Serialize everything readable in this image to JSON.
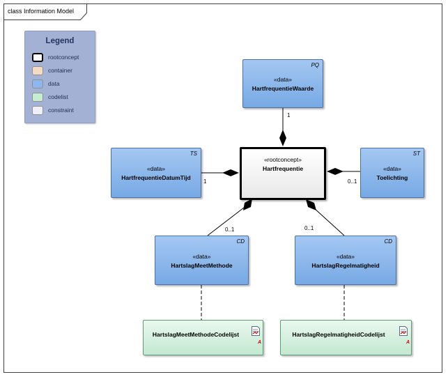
{
  "frame": {
    "title": "class Information Model"
  },
  "legend": {
    "title": "Legend",
    "items": [
      {
        "label": "rootconcept",
        "color": "#ffffff",
        "border": "#000000"
      },
      {
        "label": "container",
        "color": "#f4d9c6",
        "border": "#a0a0a0"
      },
      {
        "label": "data",
        "color": "#8db6ee",
        "border": "#7a96c4"
      },
      {
        "label": "codelist",
        "color": "#c6ecd2",
        "border": "#7fb592"
      },
      {
        "label": "constraint",
        "color": "#eef0f7",
        "border": "#a0a0a0"
      }
    ]
  },
  "root": {
    "stereotype": "«rootconcept»",
    "name": "Hartfrequentie"
  },
  "classes": {
    "waarde": {
      "stereotype": "«data»",
      "name": "HartfrequentieWaarde",
      "tag": "PQ"
    },
    "datumtijd": {
      "stereotype": "«data»",
      "name": "HartfrequentieDatumTijd",
      "tag": "TS"
    },
    "toelichting": {
      "stereotype": "«data»",
      "name": "Toelichting",
      "tag": "ST"
    },
    "meetmethode": {
      "stereotype": "«data»",
      "name": "HartslagMeetMethode",
      "tag": "CD"
    },
    "regelmatigheid": {
      "stereotype": "«data»",
      "name": "HartslagRegelmatigheid",
      "tag": "CD"
    }
  },
  "codelists": {
    "meetmethode": {
      "name": "HartslagMeetMethodeCodelijst",
      "marker": "A"
    },
    "regelmatigheid": {
      "name": "HartslagRegelmatigheidCodelijst",
      "marker": "A"
    }
  },
  "multiplicities": {
    "waarde": "1",
    "datumtijd": "1",
    "toelichting": "0..1",
    "meetmethode": "0..1",
    "regelmatigheid": "0..1"
  }
}
